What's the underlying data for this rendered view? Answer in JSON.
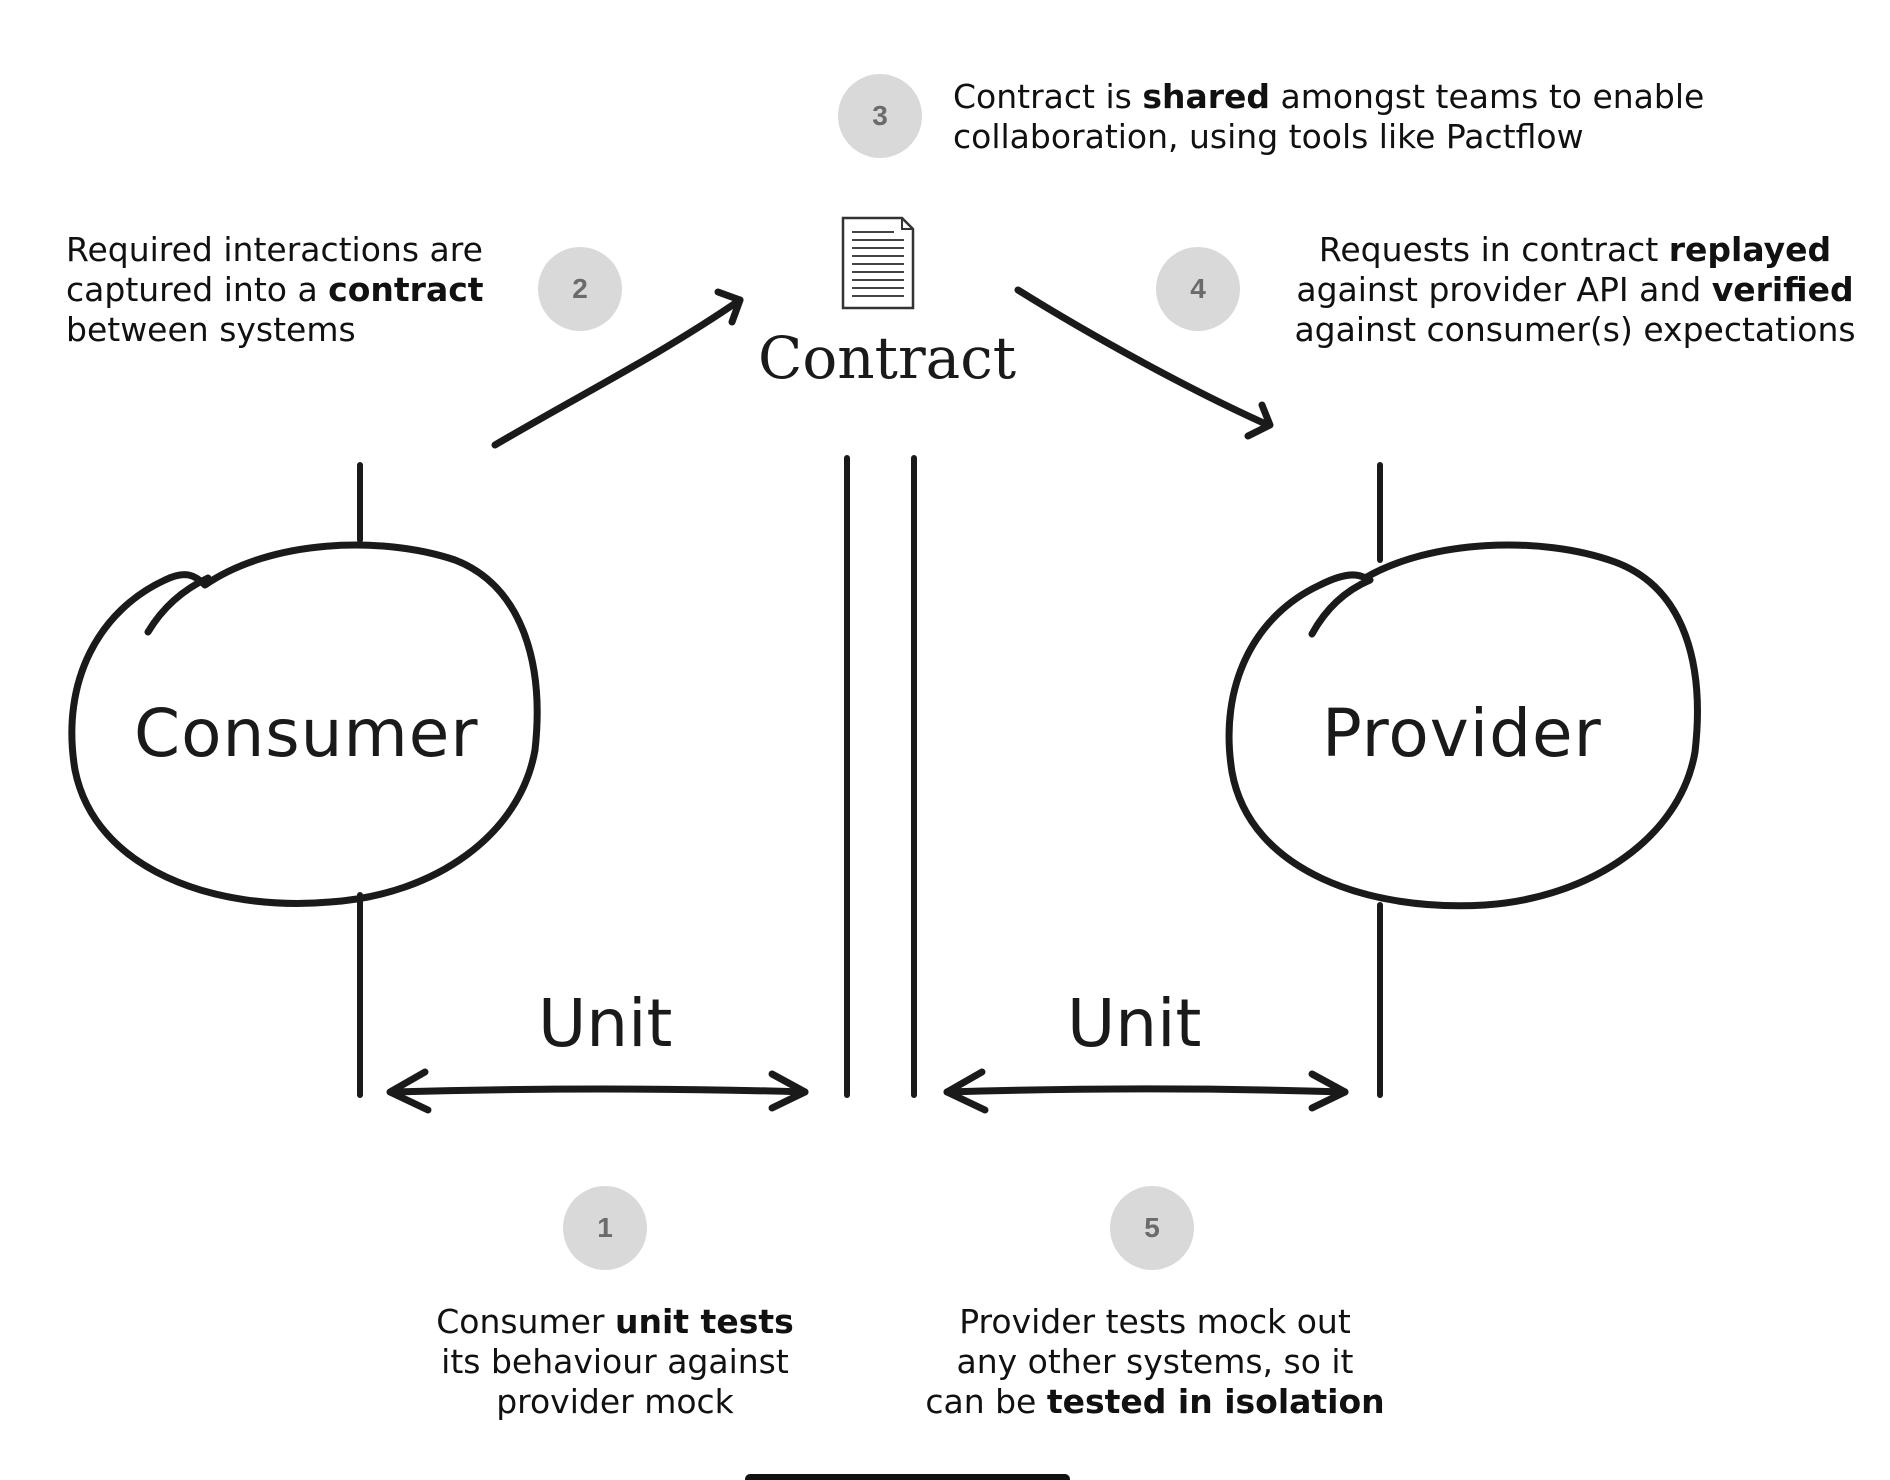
{
  "badges": {
    "b1": "1",
    "b2": "2",
    "b3": "3",
    "b4": "4",
    "b5": "5"
  },
  "labels": {
    "contract": "Contract",
    "consumer": "Consumer",
    "provider": "Provider",
    "unit_left": "Unit",
    "unit_right": "Unit"
  },
  "annotations": {
    "a2": {
      "l1": "Required interactions are",
      "l2a": "captured into a ",
      "l2b": "contract",
      "l3": "between systems"
    },
    "a3": {
      "l1a": "Contract is ",
      "l1b": "shared",
      "l1c": " amongst teams to enable",
      "l2": "collaboration, using tools like Pactflow"
    },
    "a4": {
      "l1a": "Requests in contract ",
      "l1b": "replayed",
      "l2a": "against provider API and ",
      "l2b": "verified",
      "l3": "against consumer(s) expectations"
    },
    "a1": {
      "l1a": "Consumer ",
      "l1b": "unit tests",
      "l2": "its behaviour against",
      "l3": "provider mock"
    },
    "a5": {
      "l1": "Provider tests mock out",
      "l2": "any other systems, so it",
      "l3a": "can be ",
      "l3b": "tested in isolation"
    }
  },
  "icons": {
    "contract_document": "document-icon"
  },
  "colors": {
    "ink": "#1a1a1a",
    "badge_bg": "#d9d9d9",
    "badge_text": "#6b6b6b"
  }
}
